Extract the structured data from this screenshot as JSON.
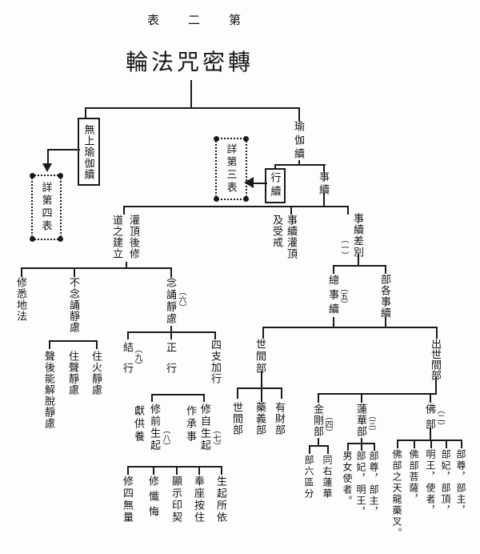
{
  "header": {
    "table_label": "表二第"
  },
  "title": "輪法咒密轉",
  "boxes": {
    "anuttarayoga_tantra": "無上瑜伽續",
    "carya_tantra": "行續",
    "see_table_3": "詳第三表",
    "see_table_4": "詳第四表"
  },
  "nodes": {
    "yoga_tantra": "瑜伽續",
    "kriya_tantra": "事續",
    "path_after_empowerment": [
      "灌頂後修",
      "道之建立"
    ],
    "kriya_empowerment_vows": [
      "事續灌頂",
      "及受戒"
    ],
    "kriya_divisions": "事續差別",
    "kriya_divisions_num": "（一）",
    "general_kriya": "總事續",
    "general_kriya_num": "（五）",
    "family_kriya": "部各事續",
    "worldly_family": "世間部",
    "supramundane_family": "出世間部",
    "worldly_members": [
      "有財部",
      "藥義部",
      "世間部"
    ],
    "buddha_family": "佛部",
    "buddha_family_num": "（二）",
    "lotus_family": "蓮華部",
    "lotus_family_num": "（三）",
    "vajra_family": "金剛部",
    "vajra_family_num": "（四）",
    "buddha_members": [
      "部尊，部主，",
      "部妃，部頂，",
      "明王，使者，",
      "佛部菩薩，",
      "佛部之天龍藥叉。"
    ],
    "lotus_members": [
      "部尊，部主，",
      "部妃，明王，",
      "男女使者。"
    ],
    "vajra_members": [
      "同右蓮華",
      "部六區分"
    ],
    "siddhi_method": "修悉地法",
    "without_recitation_dhyana": "不念誦靜慮",
    "with_recitation_dhyana": "念誦靜慮",
    "with_recitation_num": "（六）",
    "abide_fire_dhyana": "住火靜慮",
    "abide_sound_dhyana": "住聲靜慮",
    "liberation_after_sound": "聲後能解脫靜慮",
    "four_branch_preparation": "四支加行",
    "main_practice": "正行",
    "concluding_practice": "結行",
    "concluding_practice_num": "（九）",
    "self_generation": "修自生起",
    "self_generation_num": "（七）",
    "perform_service": "作承事",
    "front_generation": "修前生起",
    "front_generation_num": "（八）",
    "offer_worship": "獻供養",
    "practice_steps": [
      "生起所依",
      "奉座按住",
      "顯示印契",
      "修懺悔",
      "修四無量"
    ]
  }
}
